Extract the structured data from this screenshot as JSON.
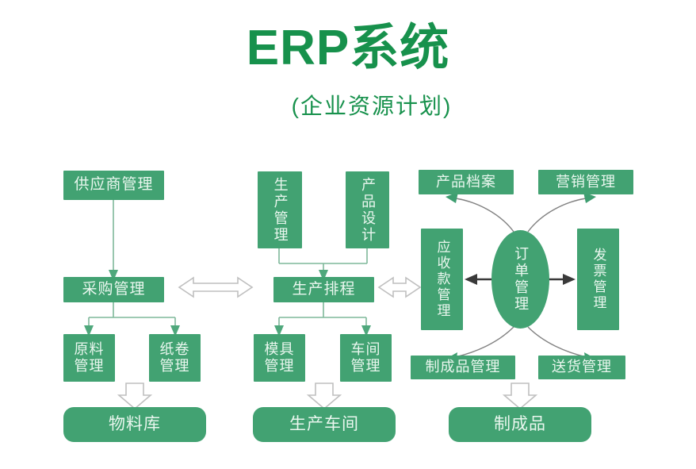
{
  "header": {
    "title": "ERP系统",
    "subtitle": "(企业资源计划)",
    "title_color": "#17914C"
  },
  "theme": {
    "node_fill": "#42A272",
    "node_text": "#EAF7EF",
    "thin_connector": "#7FB89A",
    "curve_connector": "#6B6B6B",
    "hollow_arrow_stroke": "#BFBFBF",
    "background": "#FFFFFF"
  },
  "diagram": {
    "type": "flowchart",
    "columns": [
      {
        "name": "procurement",
        "nodes": [
          "供应商管理",
          "采购管理",
          "原料管理",
          "纸卷管理",
          "物料库"
        ]
      },
      {
        "name": "production",
        "nodes": [
          "生产管理",
          "产品设计",
          "生产排程",
          "模具管理",
          "车间管理",
          "生产车间"
        ]
      },
      {
        "name": "sales",
        "nodes": [
          "产品档案",
          "营销管理",
          "应收款管理",
          "订单管理",
          "发票管理",
          "制成品管理",
          "送货管理",
          "制成品"
        ]
      }
    ]
  },
  "nodes": {
    "supplier_mgmt": {
      "label": "供应商管理"
    },
    "purchase_mgmt": {
      "label": "采购管理"
    },
    "material_mgmt": {
      "label": "原料\n管理"
    },
    "paper_roll_mgmt": {
      "label": "纸卷\n管理"
    },
    "material_store": {
      "label": "物料库"
    },
    "production_mgmt": {
      "label": "生产管理"
    },
    "product_design": {
      "label": "产品设计"
    },
    "production_sched": {
      "label": "生产排程"
    },
    "mould_mgmt": {
      "label": "模具\n管理"
    },
    "workshop_mgmt": {
      "label": "车间\n管理"
    },
    "production_floor": {
      "label": "生产车间"
    },
    "product_archive": {
      "label": "产品档案"
    },
    "marketing_mgmt": {
      "label": "营销管理"
    },
    "receivable_mgmt": {
      "label": "应收款管理"
    },
    "order_mgmt": {
      "label": "订单管理"
    },
    "invoice_mgmt": {
      "label": "发票管理"
    },
    "finished_mgmt": {
      "label": "制成品管理"
    },
    "delivery_mgmt": {
      "label": "送货管理"
    },
    "finished_goods": {
      "label": "制成品"
    }
  },
  "connectors": [
    {
      "name": "supplier-to-purchase",
      "kind": "thin-arrow",
      "from": "supplier_mgmt",
      "to": "purchase_mgmt"
    },
    {
      "name": "purchase-to-material",
      "kind": "thin-arrow",
      "from": "purchase_mgmt",
      "to": "material_mgmt"
    },
    {
      "name": "purchase-to-paperroll",
      "kind": "thin-arrow",
      "from": "purchase_mgmt",
      "to": "paper_roll_mgmt"
    },
    {
      "name": "materials-to-store",
      "kind": "hollow-down",
      "from": "material_mgmt",
      "to": "material_store"
    },
    {
      "name": "prodmgmt-to-schedule",
      "kind": "thin-arrow",
      "from": "production_mgmt",
      "to": "production_sched"
    },
    {
      "name": "design-to-schedule",
      "kind": "thin-arrow",
      "from": "product_design",
      "to": "production_sched"
    },
    {
      "name": "schedule-to-mould",
      "kind": "thin-arrow",
      "from": "production_sched",
      "to": "mould_mgmt"
    },
    {
      "name": "schedule-to-workshop",
      "kind": "thin-arrow",
      "from": "production_sched",
      "to": "workshop_mgmt"
    },
    {
      "name": "workshops-to-floor",
      "kind": "hollow-down",
      "from": "mould_mgmt",
      "to": "production_floor"
    },
    {
      "name": "purchase-schedule-link",
      "kind": "hollow-double",
      "from": "purchase_mgmt",
      "to": "production_sched"
    },
    {
      "name": "schedule-receivable-link",
      "kind": "hollow-double",
      "from": "production_sched",
      "to": "receivable_mgmt"
    },
    {
      "name": "order-to-receivable",
      "kind": "solid-arrow",
      "from": "order_mgmt",
      "to": "receivable_mgmt"
    },
    {
      "name": "order-to-invoice",
      "kind": "solid-arrow",
      "from": "order_mgmt",
      "to": "invoice_mgmt"
    },
    {
      "name": "order-to-archive",
      "kind": "curve-arrow",
      "from": "order_mgmt",
      "to": "product_archive"
    },
    {
      "name": "order-to-marketing",
      "kind": "curve-arrow",
      "from": "order_mgmt",
      "to": "marketing_mgmt"
    },
    {
      "name": "order-to-finished-mgmt",
      "kind": "curve-arrow",
      "from": "order_mgmt",
      "to": "finished_mgmt"
    },
    {
      "name": "order-to-delivery",
      "kind": "curve-arrow",
      "from": "order_mgmt",
      "to": "delivery_mgmt"
    },
    {
      "name": "finished-to-goods",
      "kind": "hollow-down",
      "from": "finished_mgmt",
      "to": "finished_goods"
    }
  ]
}
